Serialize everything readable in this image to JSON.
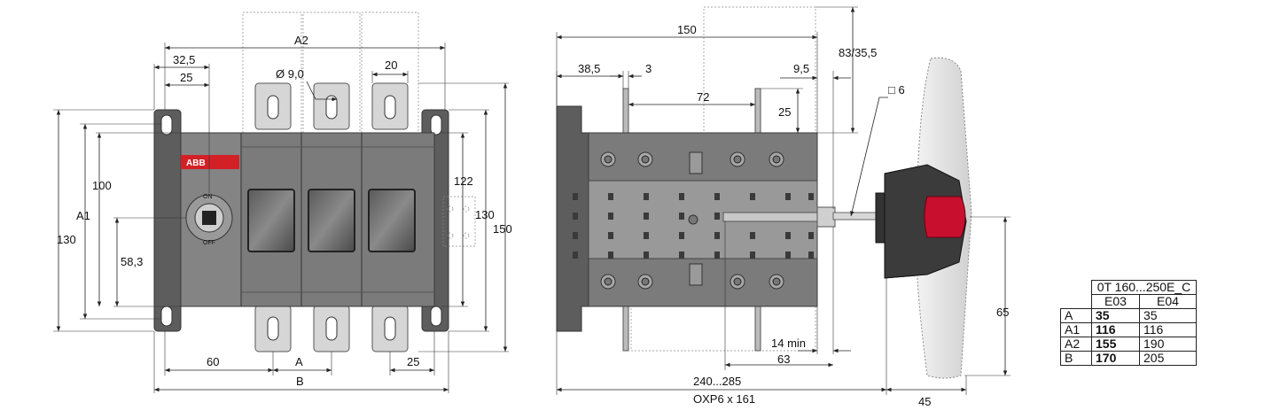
{
  "front_view": {
    "dims": {
      "a2": "A2",
      "d32_5": "32,5",
      "d25_top": "25",
      "hole": "Ø 9,0",
      "d20": "20",
      "d100": "100",
      "a1": "A1",
      "d130_left": "130",
      "d58_3": "58,3",
      "d122": "122",
      "d130_right": "130",
      "d150": "150",
      "d60": "60",
      "a": "A",
      "d25_bottom": "25",
      "b": "B"
    },
    "brand": "ABB",
    "handle_marks": {
      "on": "ON",
      "off": "OFF"
    }
  },
  "side_view": {
    "dims": {
      "d150": "150",
      "d38_5": "38,5",
      "d3": "3",
      "d9_5": "9,5",
      "d83": "83/35,5",
      "d72": "72",
      "d25": "25",
      "sq6": "□ 6",
      "d14min": "14 min",
      "d63": "63",
      "d65": "65",
      "d240": "240...285",
      "oxp": "OXP6 x 161",
      "d45": "45"
    }
  },
  "table": {
    "title": "0T 160...250E_C",
    "col1": "E03",
    "col2": "E04",
    "rows": [
      {
        "label": "A",
        "e03": "35",
        "e04": "35"
      },
      {
        "label": "A1",
        "e03": "116",
        "e04": "116"
      },
      {
        "label": "A2",
        "e03": "155",
        "e04": "190"
      },
      {
        "label": "B",
        "e03": "170",
        "e04": "205"
      }
    ]
  },
  "colors": {
    "brand_red": "#d32027",
    "handle_red": "#c8102e",
    "body_gray": "#7b7b7b"
  }
}
